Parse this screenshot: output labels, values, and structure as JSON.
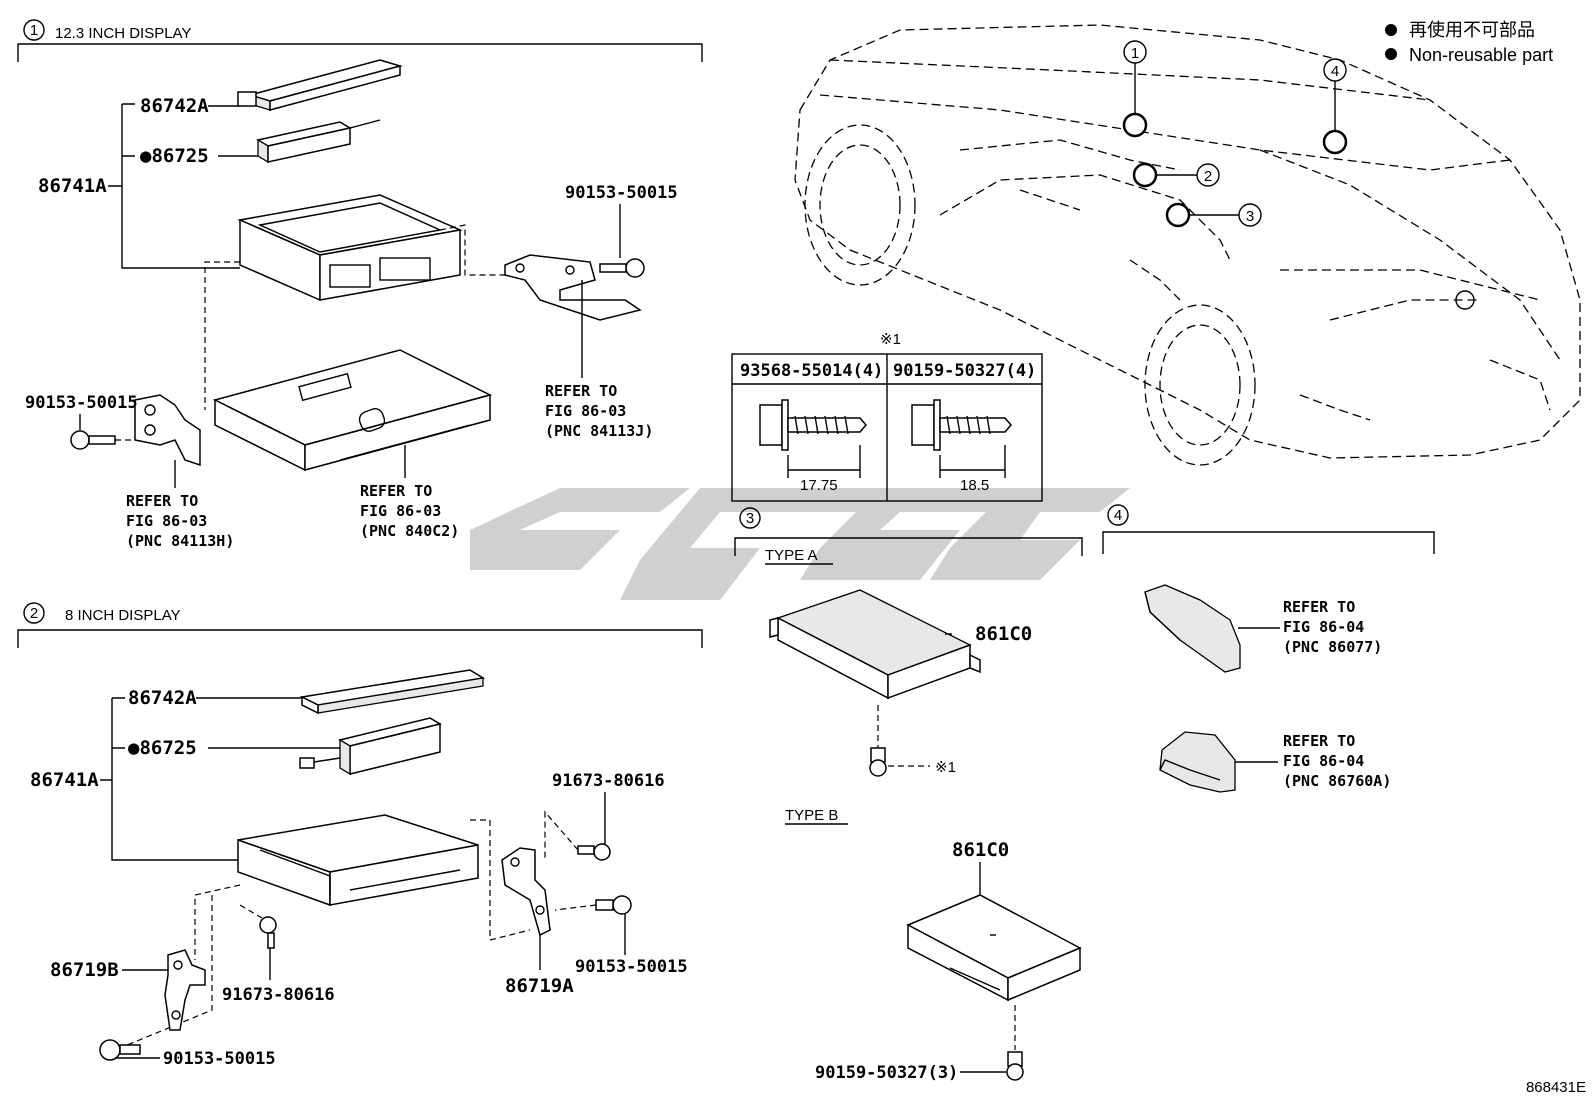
{
  "sections": {
    "s1": {
      "num": "1",
      "title": "12.3 INCH DISPLAY"
    },
    "s2": {
      "num": "2",
      "title": "8 INCH DISPLAY"
    },
    "s3": {
      "num": "3",
      "type_a": "TYPE A",
      "type_b": "TYPE B"
    },
    "s4": {
      "num": "4"
    }
  },
  "legend": {
    "jp": "再使用不可部品",
    "en": "Non-reusable part"
  },
  "s1_parts": {
    "p86742A": "86742A",
    "p86725": "●86725",
    "p86741A": "86741A",
    "bolt_right": "90153-50015",
    "bolt_left": "90153-50015",
    "ref_right": [
      "REFER TO",
      "FIG 86-03",
      "(PNC 84113J)"
    ],
    "ref_left": [
      "REFER TO",
      "FIG 86-03",
      "(PNC 84113H)"
    ],
    "ref_mid": [
      "REFER TO",
      "FIG 86-03",
      "(PNC 840C2)"
    ]
  },
  "s2_parts": {
    "p86742A": "86742A",
    "p86725": "●86725",
    "p86741A": "86741A",
    "screw_top": "91673-80616",
    "screw_mid": "91673-80616",
    "p86719B": "86719B",
    "p86719A": "86719A",
    "bolt_right": "90153-50015",
    "bolt_bottom": "90153-50015"
  },
  "fastener_table": {
    "mark": "※1",
    "col1_part": "93568-55014(4)",
    "col1_dim": "17.75",
    "col2_part": "90159-50327(4)",
    "col2_dim": "18.5"
  },
  "s3_parts": {
    "typeA_part": "861C0",
    "typeA_mark": "※1",
    "typeB_part": "861C0",
    "typeB_bolt": "90159-50327(3)"
  },
  "s4_parts": {
    "ref_top": [
      "REFER TO",
      "FIG 86-04",
      "(PNC 86077)"
    ],
    "ref_bottom": [
      "REFER TO",
      "FIG 86-04",
      "(PNC 86760A)"
    ]
  },
  "car_callouts": [
    "1",
    "2",
    "3",
    "4"
  ],
  "watermark": "CSGU",
  "figure_code": "868431E"
}
